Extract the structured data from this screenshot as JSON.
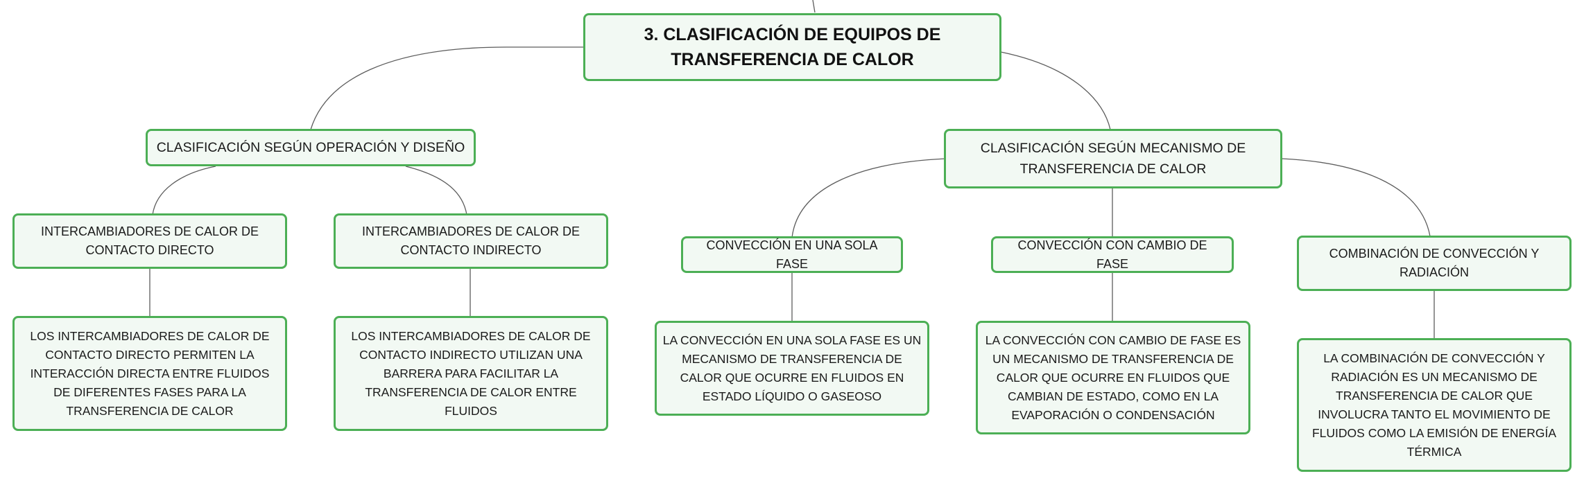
{
  "root": {
    "title": "3. CLASIFICACIÓN DE EQUIPOS DE TRANSFERENCIA DE CALOR"
  },
  "branches": [
    {
      "label": "CLASIFICACIÓN SEGÚN OPERACIÓN Y DISEÑO",
      "children": [
        {
          "label": "INTERCAMBIADORES DE CALOR DE CONTACTO DIRECTO",
          "detail": "LOS INTERCAMBIADORES DE CALOR DE CONTACTO DIRECTO PERMITEN LA INTERACCIÓN DIRECTA ENTRE FLUIDOS DE DIFERENTES FASES PARA LA TRANSFERENCIA DE CALOR"
        },
        {
          "label": "INTERCAMBIADORES DE CALOR DE CONTACTO INDIRECTO",
          "detail": "LOS INTERCAMBIADORES DE CALOR DE CONTACTO INDIRECTO UTILIZAN UNA BARRERA PARA FACILITAR LA TRANSFERENCIA DE CALOR ENTRE FLUIDOS"
        }
      ]
    },
    {
      "label": "CLASIFICACIÓN SEGÚN MECANISMO DE TRANSFERENCIA DE CALOR",
      "children": [
        {
          "label": "CONVECCIÓN EN UNA SOLA FASE",
          "detail": "LA CONVECCIÓN EN UNA SOLA FASE ES UN MECANISMO DE TRANSFERENCIA DE CALOR QUE OCURRE EN FLUIDOS EN ESTADO LÍQUIDO O GASEOSO"
        },
        {
          "label": "CONVECCIÓN CON CAMBIO DE FASE",
          "detail": "LA CONVECCIÓN CON CAMBIO DE FASE ES UN MECANISMO DE TRANSFERENCIA DE CALOR QUE OCURRE EN FLUIDOS QUE CAMBIAN DE ESTADO, COMO EN LA EVAPORACIÓN O CONDENSACIÓN"
        },
        {
          "label": "COMBINACIÓN DE CONVECCIÓN Y RADIACIÓN",
          "detail": "LA COMBINACIÓN DE CONVECCIÓN Y RADIACIÓN ES UN MECANISMO DE TRANSFERENCIA DE CALOR QUE INVOLUCRA TANTO EL MOVIMIENTO DE FLUIDOS COMO LA EMISIÓN DE ENERGÍA TÉRMICA"
        }
      ]
    }
  ],
  "colors": {
    "node_border": "#4caf55",
    "node_fill": "#f2f9f3",
    "connector": "#5c5c5c",
    "text": "#1a1a1a"
  }
}
